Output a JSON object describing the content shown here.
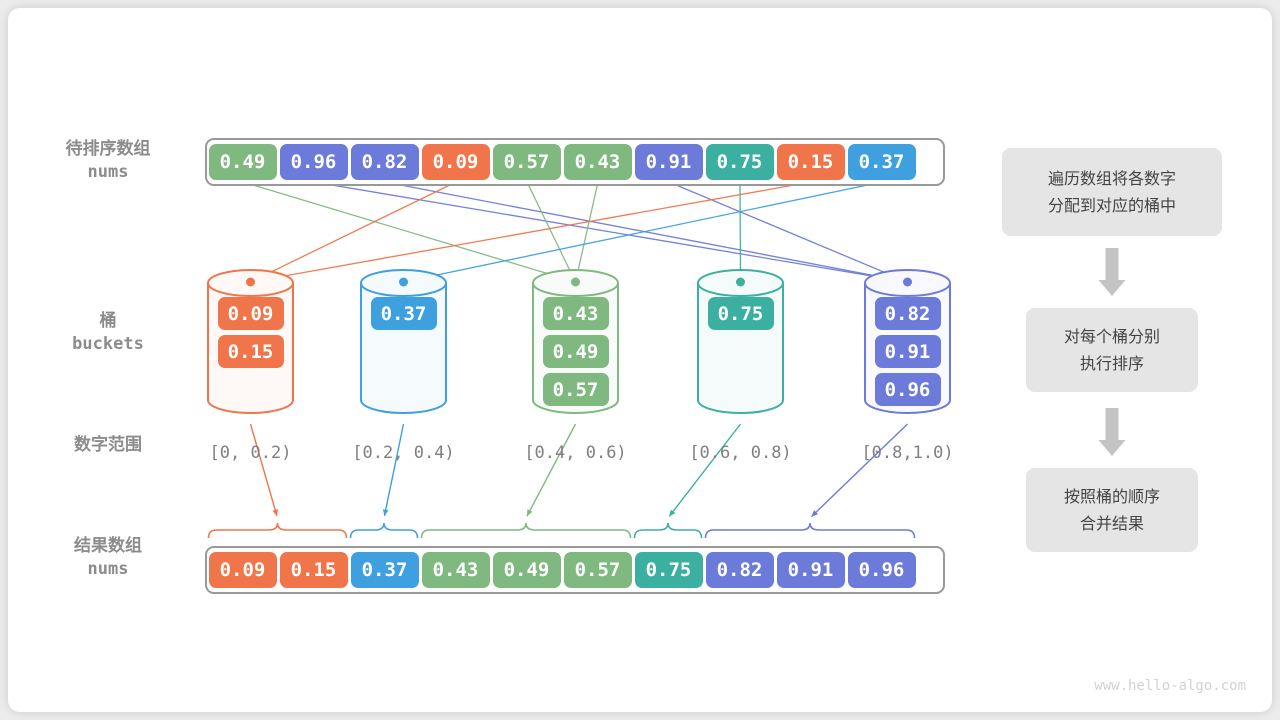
{
  "meta": {
    "watermark": "www.hello-algo.com",
    "palette": {
      "orange": "#f0754a",
      "blue": "#3fa0e0",
      "green": "#7fb980",
      "teal": "#3cb0a0",
      "purple": "#6c7bd9",
      "frame": "#999999",
      "label_gray": "#8c8c8c",
      "note_bg": "#e5e5e5",
      "arrow_gray": "#c4c4c4"
    }
  },
  "rows": {
    "input": {
      "label_cn": "待排序数组",
      "label_code": "nums"
    },
    "buckets": {
      "label_cn": "桶",
      "label_code": "buckets"
    },
    "range": {
      "label_cn": "数字范围"
    },
    "output": {
      "label_cn": "结果数组",
      "label_code": "nums"
    }
  },
  "input_array": [
    {
      "value": "0.49",
      "color": "green"
    },
    {
      "value": "0.96",
      "color": "purple"
    },
    {
      "value": "0.82",
      "color": "purple"
    },
    {
      "value": "0.09",
      "color": "orange"
    },
    {
      "value": "0.57",
      "color": "green"
    },
    {
      "value": "0.43",
      "color": "green"
    },
    {
      "value": "0.91",
      "color": "purple"
    },
    {
      "value": "0.75",
      "color": "teal"
    },
    {
      "value": "0.15",
      "color": "orange"
    },
    {
      "value": "0.37",
      "color": "blue"
    }
  ],
  "buckets": [
    {
      "range": "[0, 0.2)",
      "color": "orange",
      "items": [
        "0.09",
        "0.15"
      ]
    },
    {
      "range": "[0.2, 0.4)",
      "color": "blue",
      "items": [
        "0.37"
      ]
    },
    {
      "range": "[0.4, 0.6)",
      "color": "green",
      "items": [
        "0.43",
        "0.49",
        "0.57"
      ]
    },
    {
      "range": "[0.6, 0.8)",
      "color": "teal",
      "items": [
        "0.75"
      ]
    },
    {
      "range": "[0.8,1.0)",
      "color": "purple",
      "items": [
        "0.82",
        "0.91",
        "0.96"
      ]
    }
  ],
  "output_array": [
    {
      "value": "0.09",
      "color": "orange"
    },
    {
      "value": "0.15",
      "color": "orange"
    },
    {
      "value": "0.37",
      "color": "blue"
    },
    {
      "value": "0.43",
      "color": "green"
    },
    {
      "value": "0.49",
      "color": "green"
    },
    {
      "value": "0.57",
      "color": "green"
    },
    {
      "value": "0.75",
      "color": "teal"
    },
    {
      "value": "0.82",
      "color": "purple"
    },
    {
      "value": "0.91",
      "color": "purple"
    },
    {
      "value": "0.96",
      "color": "purple"
    }
  ],
  "notes": [
    {
      "lines": [
        "遍历数组将各数字",
        "分配到对应的桶中"
      ]
    },
    {
      "lines": [
        "对每个桶分别",
        "执行排序"
      ]
    },
    {
      "lines": [
        "按照桶的顺序",
        "合并结果"
      ]
    }
  ],
  "scatter_map": [
    2,
    4,
    4,
    0,
    2,
    2,
    4,
    3,
    0,
    1
  ]
}
